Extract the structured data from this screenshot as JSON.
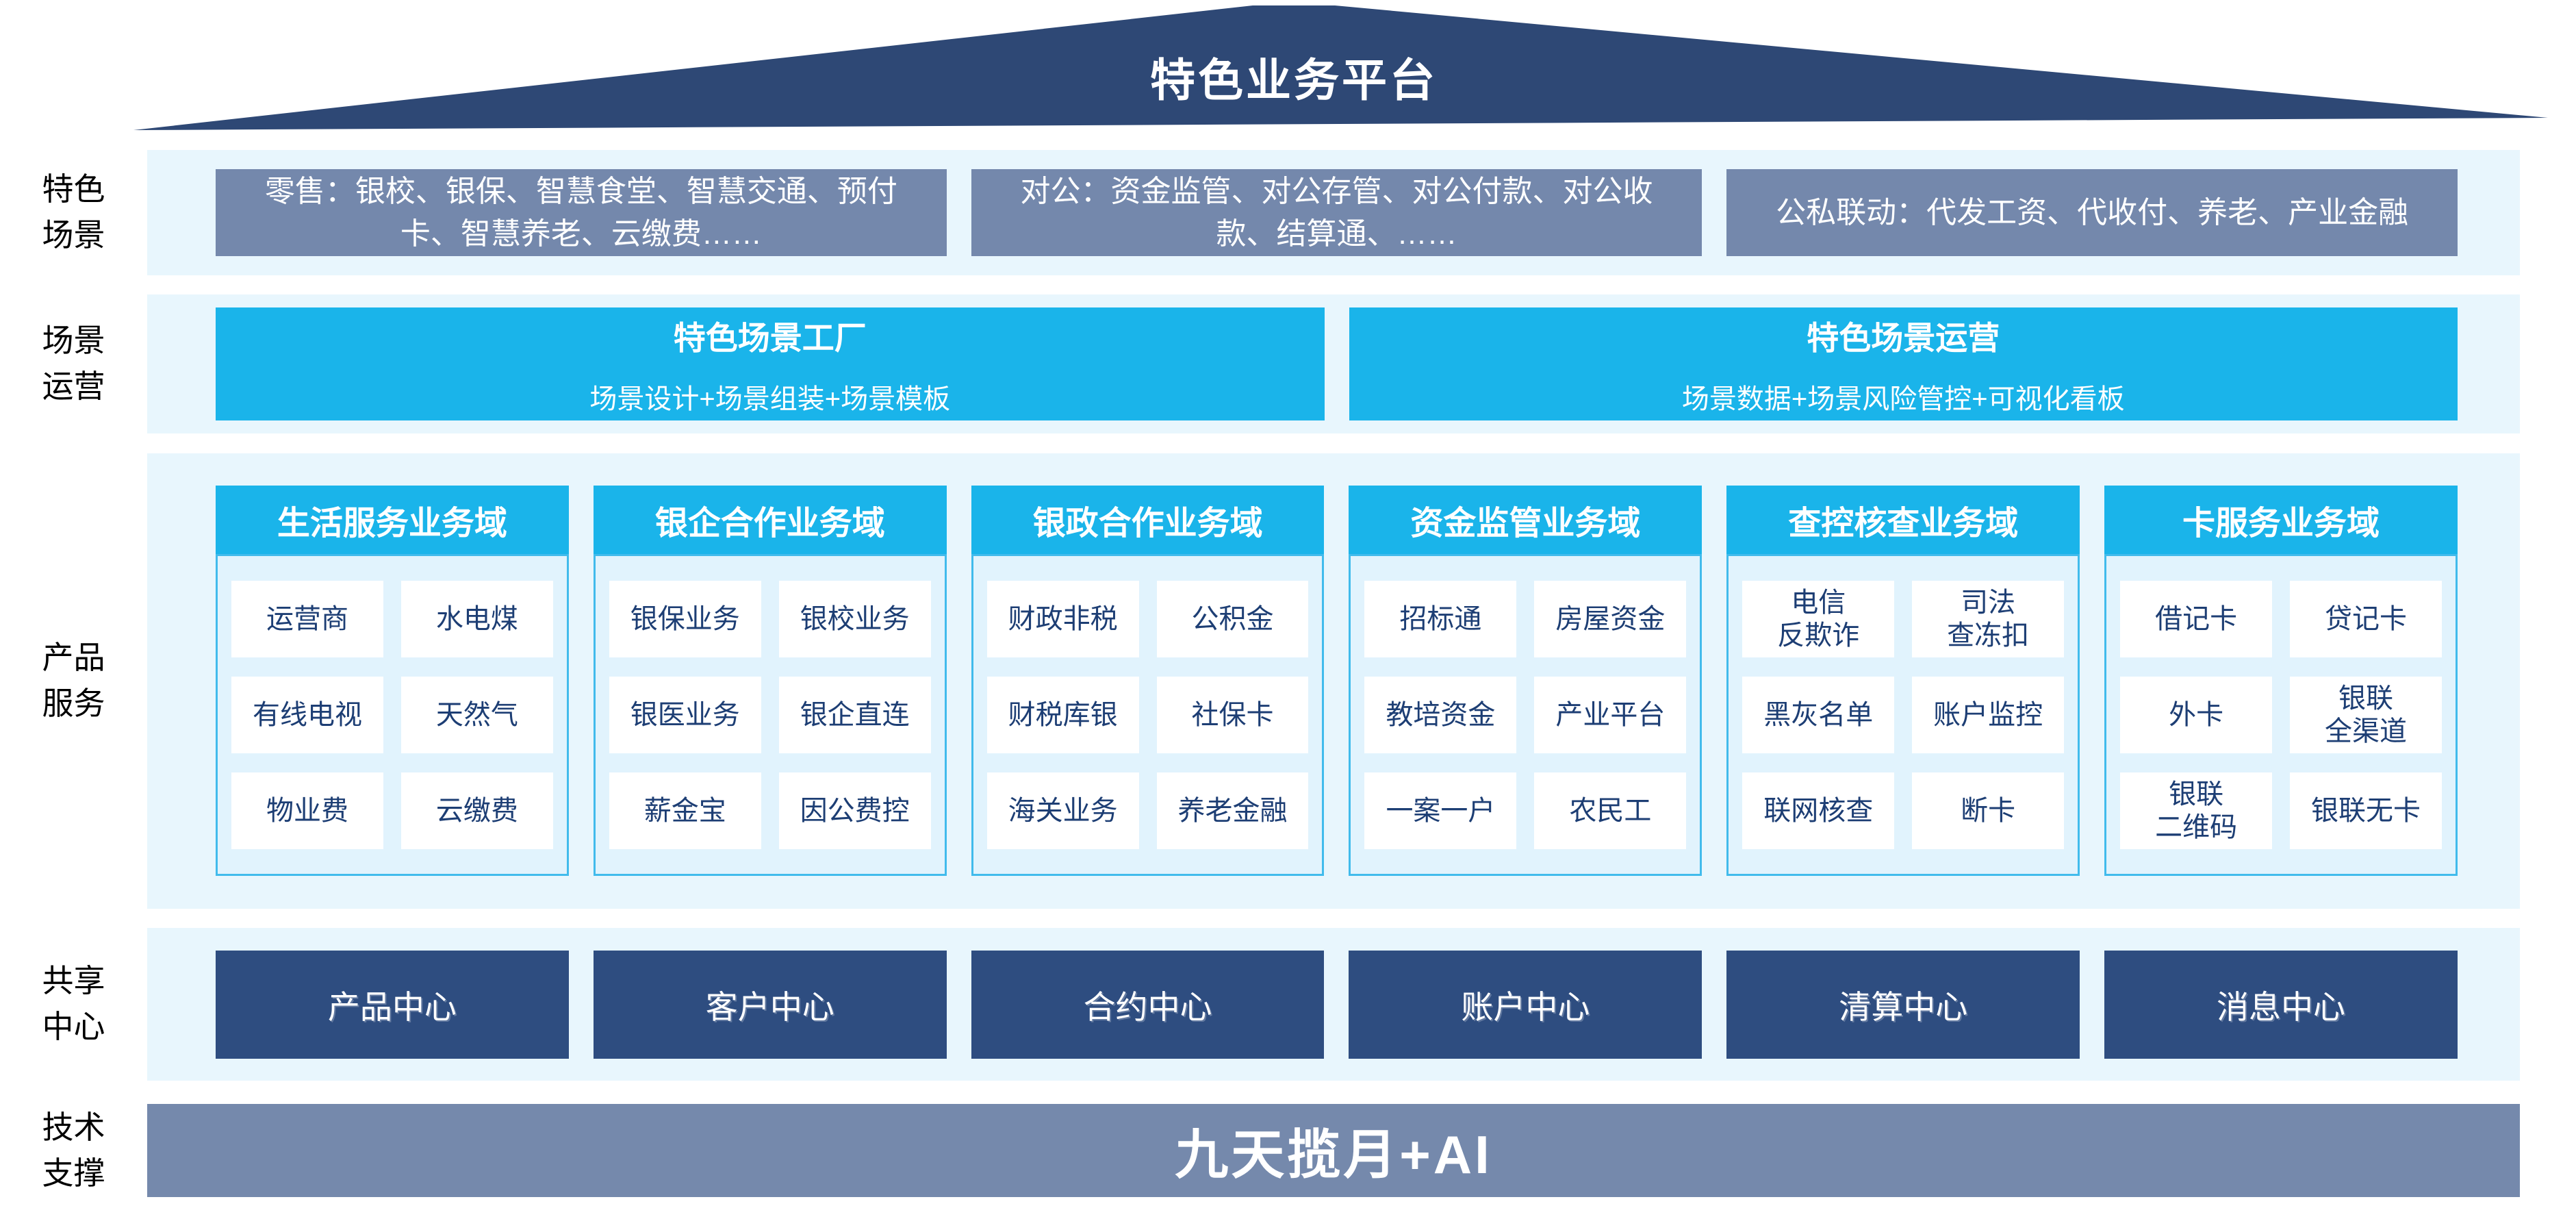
{
  "banner": {
    "title": "特色业务平台"
  },
  "colors": {
    "roof_navy": "#2e4875",
    "box_grey_blue": "#7488ac",
    "cyan": "#1ab4ea",
    "band_light_blue": "#e8f6fd",
    "panel_border_cyan": "#41bbec",
    "cell_text_navy": "#1d3e74",
    "center_box_navy": "#2e4d80",
    "tech_bar_grey_blue": "#7589ac"
  },
  "layers": {
    "scenes": {
      "label": "特色\n场景",
      "boxes": [
        "零售：银校、银保、智慧食堂、智慧交通、预付卡、智慧养老、云缴费……",
        "对公：资金监管、对公存管、对公付款、对公收款、结算通、……",
        "公私联动：代发工资、代收付、养老、产业金融"
      ]
    },
    "operations": {
      "label": "场景\n运营",
      "boxes": [
        {
          "title": "特色场景工厂",
          "subtitle": "场景设计+场景组装+场景模板"
        },
        {
          "title": "特色场景运营",
          "subtitle": "场景数据+场景风险管控+可视化看板"
        }
      ]
    },
    "products": {
      "label": "产品\n服务",
      "domains": [
        {
          "title": "生活服务业务域",
          "cells": [
            "运营商",
            "水电煤",
            "有线电视",
            "天然气",
            "物业费",
            "云缴费"
          ]
        },
        {
          "title": "银企合作业务域",
          "cells": [
            "银保业务",
            "银校业务",
            "银医业务",
            "银企直连",
            "薪金宝",
            "因公费控"
          ]
        },
        {
          "title": "银政合作业务域",
          "cells": [
            "财政非税",
            "公积金",
            "财税库银",
            "社保卡",
            "海关业务",
            "养老金融"
          ]
        },
        {
          "title": "资金监管业务域",
          "cells": [
            "招标通",
            "房屋资金",
            "教培资金",
            "产业平台",
            "一案一户",
            "农民工"
          ]
        },
        {
          "title": "查控核查业务域",
          "cells": [
            "电信\n反欺诈",
            "司法\n查冻扣",
            "黑灰名单",
            "账户监控",
            "联网核查",
            "断卡"
          ]
        },
        {
          "title": "卡服务业务域",
          "cells": [
            "借记卡",
            "贷记卡",
            "外卡",
            "银联\n全渠道",
            "银联\n二维码",
            "银联无卡"
          ]
        }
      ]
    },
    "centers": {
      "label": "共享\n中心",
      "items": [
        "产品中心",
        "客户中心",
        "合约中心",
        "账户中心",
        "清算中心",
        "消息中心"
      ]
    },
    "tech": {
      "label": "技术\n支撑",
      "banner": "九天揽月+AI"
    }
  }
}
